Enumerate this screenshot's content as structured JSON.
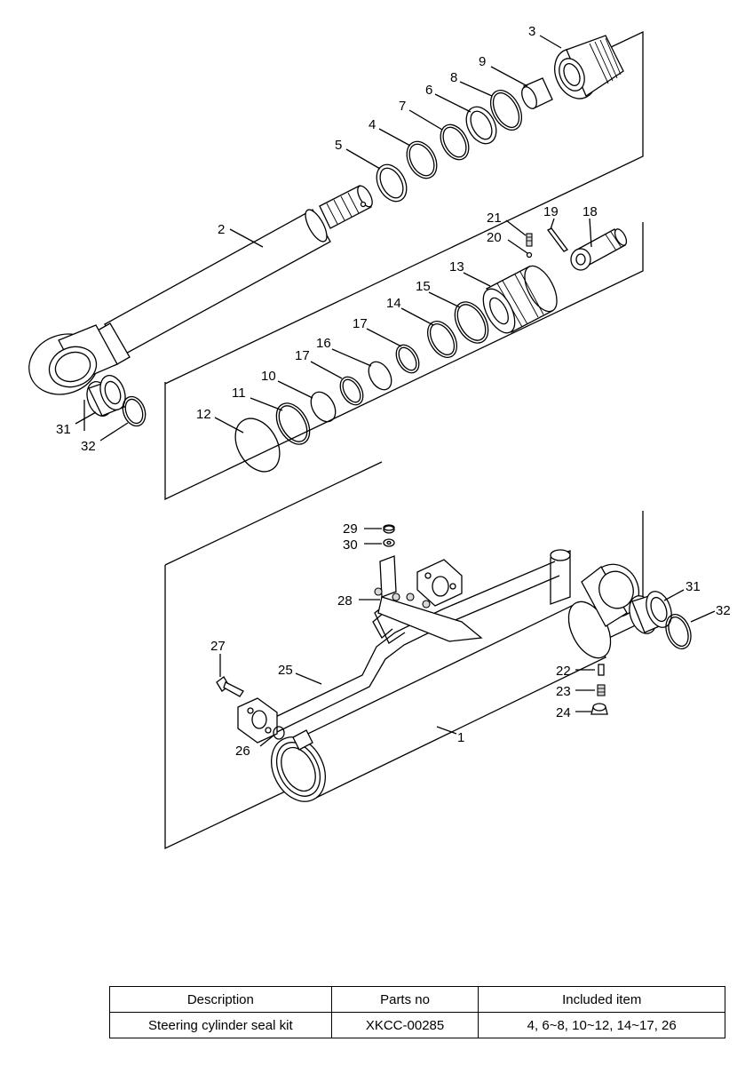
{
  "callouts": {
    "p1": "1",
    "p2": "2",
    "p3": "3",
    "p4": "4",
    "p5": "5",
    "p6": "6",
    "p7": "7",
    "p8": "8",
    "p9": "9",
    "p10": "10",
    "p11": "11",
    "p12": "12",
    "p13": "13",
    "p14": "14",
    "p15": "15",
    "p16": "16",
    "p17a": "17",
    "p17b": "17",
    "p18": "18",
    "p19": "19",
    "p20": "20",
    "p21": "21",
    "p22": "22",
    "p23": "23",
    "p24": "24",
    "p25": "25",
    "p26": "26",
    "p27": "27",
    "p28": "28",
    "p29": "29",
    "p30": "30",
    "p31a": "31",
    "p32a": "32",
    "p31b": "31",
    "p32b": "32"
  },
  "kit_table": {
    "headers": [
      "Description",
      "Parts no",
      "Included item"
    ],
    "rows": [
      [
        "Steering cylinder seal kit",
        "XKCC-00285",
        "4, 6~8, 10~12, 14~17, 26"
      ]
    ]
  }
}
